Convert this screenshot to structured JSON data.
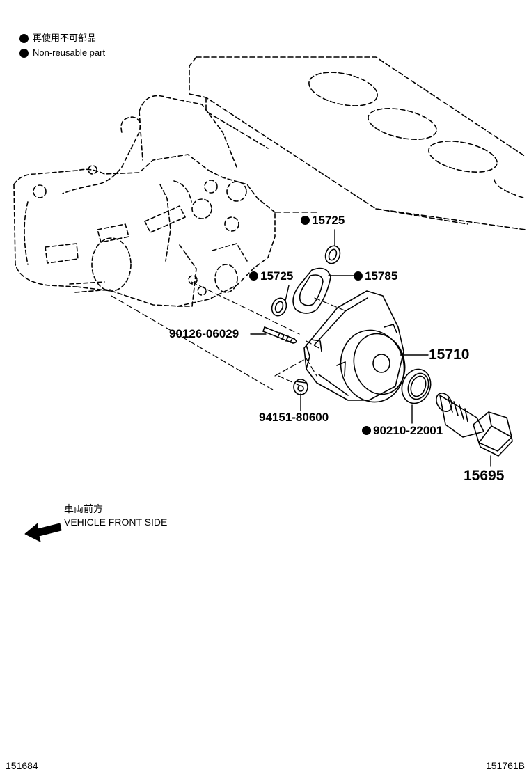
{
  "legend": {
    "jp": "再使用不可部品",
    "en": "Non-reusable part"
  },
  "parts": [
    {
      "id": "p15725a",
      "label": "15725",
      "nonreusable": true
    },
    {
      "id": "p15725b",
      "label": "15725",
      "nonreusable": true
    },
    {
      "id": "p15785",
      "label": "15785",
      "nonreusable": true
    },
    {
      "id": "p15710",
      "label": "15710",
      "nonreusable": false
    },
    {
      "id": "p90126",
      "label": "90126-06029",
      "nonreusable": false
    },
    {
      "id": "p94151",
      "label": "94151-80600",
      "nonreusable": false
    },
    {
      "id": "p90210",
      "label": "90210-22001",
      "nonreusable": true
    },
    {
      "id": "p15695",
      "label": "15695",
      "nonreusable": false
    }
  ],
  "direction": {
    "jp": "車両前方",
    "en": "VEHICLE FRONT SIDE"
  },
  "footer": {
    "left_code": "151684",
    "right_code": "151761B"
  }
}
